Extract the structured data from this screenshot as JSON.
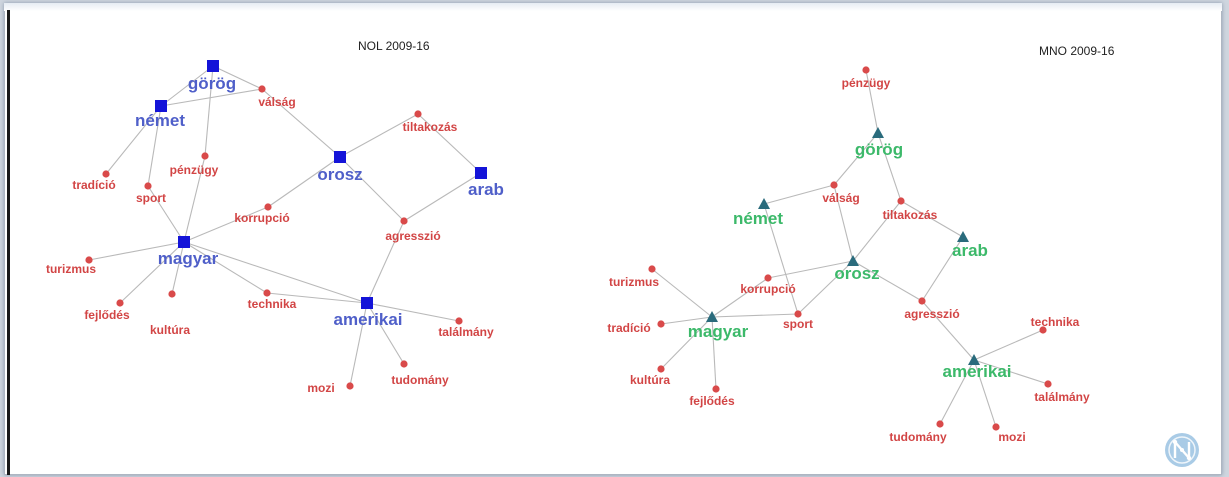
{
  "panels": [
    {
      "id": "left",
      "title": "NOL 2009-16",
      "hub_color": "#1414d8",
      "hub_label_color": "#4f5fc9",
      "nodes": [
        {
          "id": "görög",
          "kind": "hub"
        },
        {
          "id": "német",
          "kind": "hub"
        },
        {
          "id": "orosz",
          "kind": "hub"
        },
        {
          "id": "arab",
          "kind": "hub"
        },
        {
          "id": "magyar",
          "kind": "hub"
        },
        {
          "id": "amerikai",
          "kind": "hub"
        },
        {
          "id": "válság",
          "kind": "leaf"
        },
        {
          "id": "tiltakozás",
          "kind": "leaf"
        },
        {
          "id": "pénzügy",
          "kind": "leaf"
        },
        {
          "id": "tradíció",
          "kind": "leaf"
        },
        {
          "id": "sport",
          "kind": "leaf"
        },
        {
          "id": "korrupció",
          "kind": "leaf"
        },
        {
          "id": "agresszió",
          "kind": "leaf"
        },
        {
          "id": "turizmus",
          "kind": "leaf"
        },
        {
          "id": "fejlődés",
          "kind": "leaf"
        },
        {
          "id": "kultúra",
          "kind": "leaf"
        },
        {
          "id": "technika",
          "kind": "leaf"
        },
        {
          "id": "találmány",
          "kind": "leaf"
        },
        {
          "id": "mozi",
          "kind": "leaf"
        },
        {
          "id": "tudomány",
          "kind": "leaf"
        }
      ],
      "edges": [
        [
          "görög",
          "német"
        ],
        [
          "görög",
          "válság"
        ],
        [
          "görög",
          "pénzügy"
        ],
        [
          "német",
          "válság"
        ],
        [
          "német",
          "tradíció"
        ],
        [
          "német",
          "sport"
        ],
        [
          "válság",
          "orosz"
        ],
        [
          "orosz",
          "tiltakozás"
        ],
        [
          "orosz",
          "agresszió"
        ],
        [
          "orosz",
          "korrupció"
        ],
        [
          "tiltakozás",
          "arab"
        ],
        [
          "arab",
          "agresszió"
        ],
        [
          "pénzügy",
          "magyar"
        ],
        [
          "sport",
          "magyar"
        ],
        [
          "korrupció",
          "magyar"
        ],
        [
          "magyar",
          "turizmus"
        ],
        [
          "magyar",
          "fejlődés"
        ],
        [
          "magyar",
          "kultúra"
        ],
        [
          "magyar",
          "technika"
        ],
        [
          "magyar",
          "amerikai"
        ],
        [
          "technika",
          "amerikai"
        ],
        [
          "agresszió",
          "amerikai"
        ],
        [
          "amerikai",
          "találmány"
        ],
        [
          "amerikai",
          "mozi"
        ],
        [
          "amerikai",
          "tudomány"
        ]
      ]
    },
    {
      "id": "right",
      "title": "MNO 2009-16",
      "hub_color": "#2a6b7c",
      "hub_label_color": "#3cb96a",
      "nodes": [
        {
          "id": "görög",
          "kind": "hub"
        },
        {
          "id": "német",
          "kind": "hub"
        },
        {
          "id": "orosz",
          "kind": "hub"
        },
        {
          "id": "arab",
          "kind": "hub"
        },
        {
          "id": "magyar",
          "kind": "hub"
        },
        {
          "id": "amerikai",
          "kind": "hub"
        },
        {
          "id": "pénzügy",
          "kind": "leaf"
        },
        {
          "id": "válság",
          "kind": "leaf"
        },
        {
          "id": "tiltakozás",
          "kind": "leaf"
        },
        {
          "id": "turizmus",
          "kind": "leaf"
        },
        {
          "id": "korrupció",
          "kind": "leaf"
        },
        {
          "id": "tradíció",
          "kind": "leaf"
        },
        {
          "id": "sport",
          "kind": "leaf"
        },
        {
          "id": "agresszió",
          "kind": "leaf"
        },
        {
          "id": "technika",
          "kind": "leaf"
        },
        {
          "id": "kultúra",
          "kind": "leaf"
        },
        {
          "id": "fejlődés",
          "kind": "leaf"
        },
        {
          "id": "találmány",
          "kind": "leaf"
        },
        {
          "id": "tudomány",
          "kind": "leaf"
        },
        {
          "id": "mozi",
          "kind": "leaf"
        }
      ],
      "edges": [
        [
          "pénzügy",
          "görög"
        ],
        [
          "görög",
          "válság"
        ],
        [
          "görög",
          "tiltakozás"
        ],
        [
          "válság",
          "német"
        ],
        [
          "válság",
          "orosz"
        ],
        [
          "német",
          "sport"
        ],
        [
          "tiltakozás",
          "orosz"
        ],
        [
          "tiltakozás",
          "arab"
        ],
        [
          "orosz",
          "korrupció"
        ],
        [
          "orosz",
          "sport"
        ],
        [
          "orosz",
          "agresszió"
        ],
        [
          "arab",
          "agresszió"
        ],
        [
          "korrupció",
          "magyar"
        ],
        [
          "turizmus",
          "magyar"
        ],
        [
          "tradíció",
          "magyar"
        ],
        [
          "sport",
          "magyar"
        ],
        [
          "magyar",
          "kultúra"
        ],
        [
          "magyar",
          "fejlődés"
        ],
        [
          "agresszió",
          "amerikai"
        ],
        [
          "amerikai",
          "technika"
        ],
        [
          "amerikai",
          "találmány"
        ],
        [
          "amerikai",
          "tudomány"
        ],
        [
          "amerikai",
          "mozi"
        ]
      ]
    }
  ],
  "logo": {
    "name": "network-logo-icon",
    "color": "#9cc3e2"
  }
}
